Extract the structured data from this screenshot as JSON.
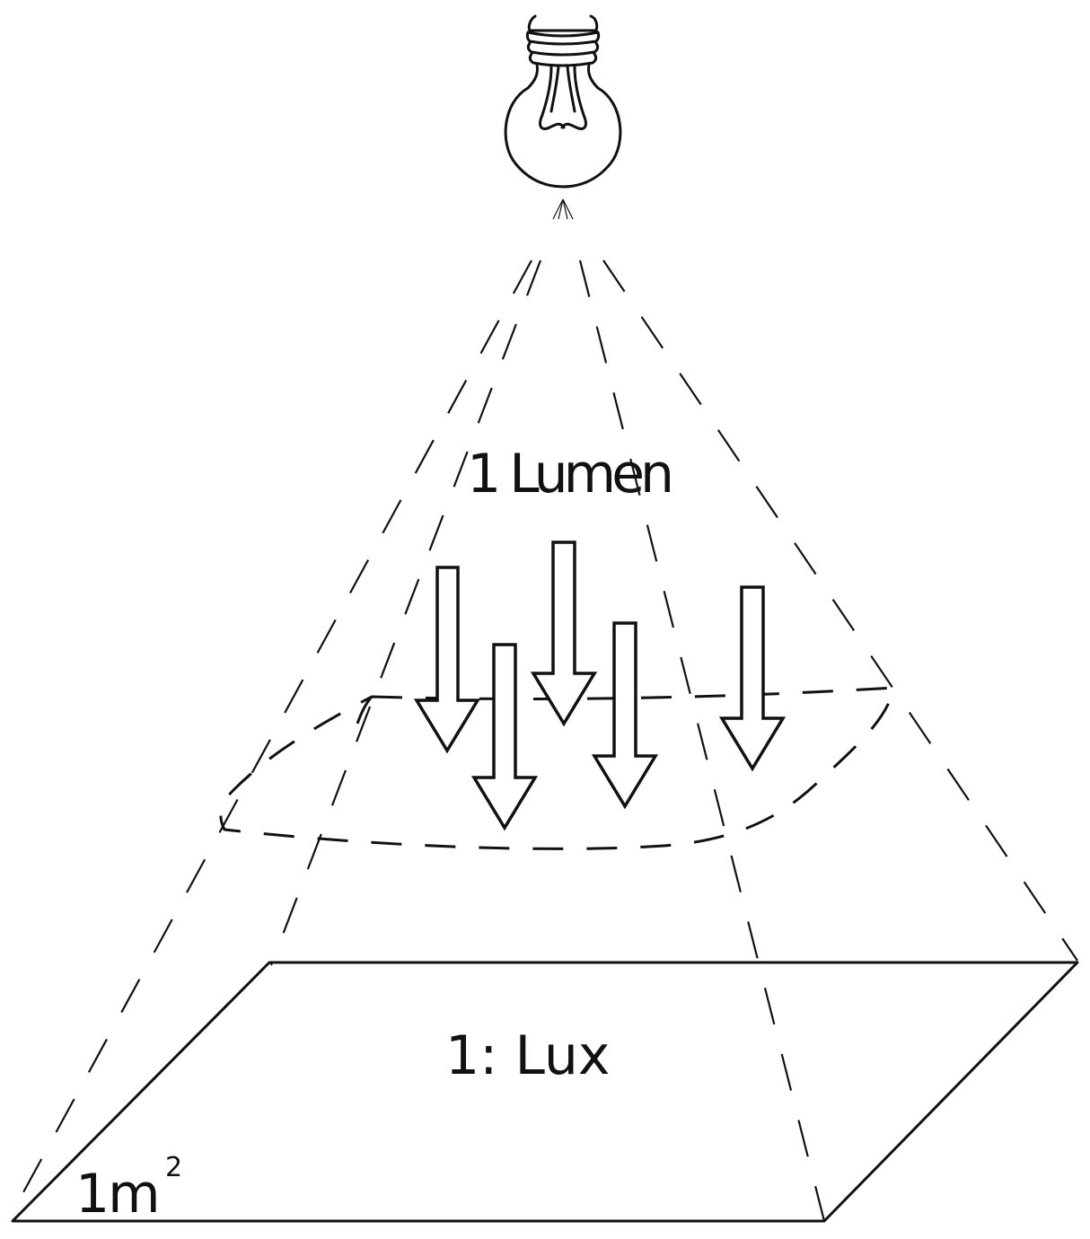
{
  "labels": {
    "flux": "1 Lumen",
    "illuminance": "1: Lux",
    "area_number": "1m",
    "area_exponent": "2"
  },
  "icons": {
    "light_source": "light-bulb-icon"
  },
  "colors": {
    "ink": "#111111",
    "background": "#ffffff"
  }
}
